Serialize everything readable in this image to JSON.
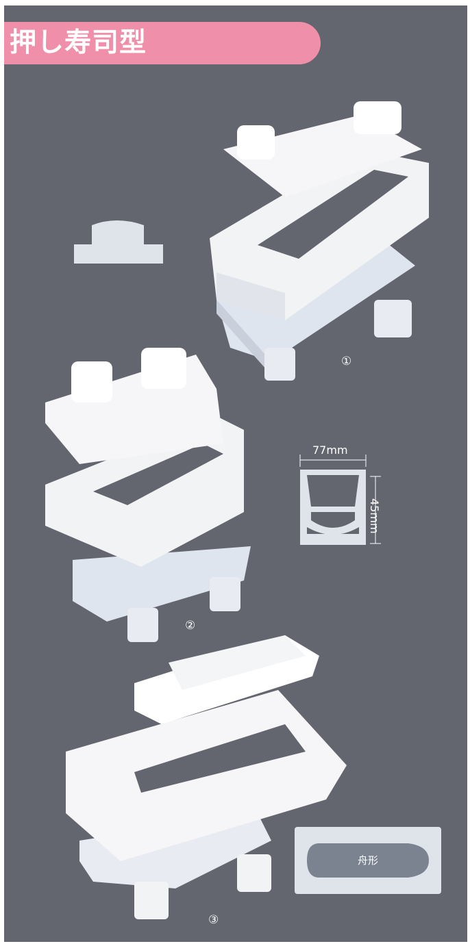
{
  "header": {
    "title": "押し寿司型"
  },
  "labels": {
    "mold1": "①",
    "mold2": "②",
    "mold3": "③"
  },
  "dimensions": {
    "width": "77mm",
    "height": "45mm"
  },
  "shape_inset": {
    "label": "舟形"
  },
  "colors": {
    "background": "#63666f",
    "title_bar": "#ef8fa9",
    "mold_white": "#f2f3f5",
    "icon_light": "#dfe3ea"
  },
  "icons": [
    "profile-curve-icon",
    "cross-section-icon",
    "boat-shape-icon"
  ]
}
